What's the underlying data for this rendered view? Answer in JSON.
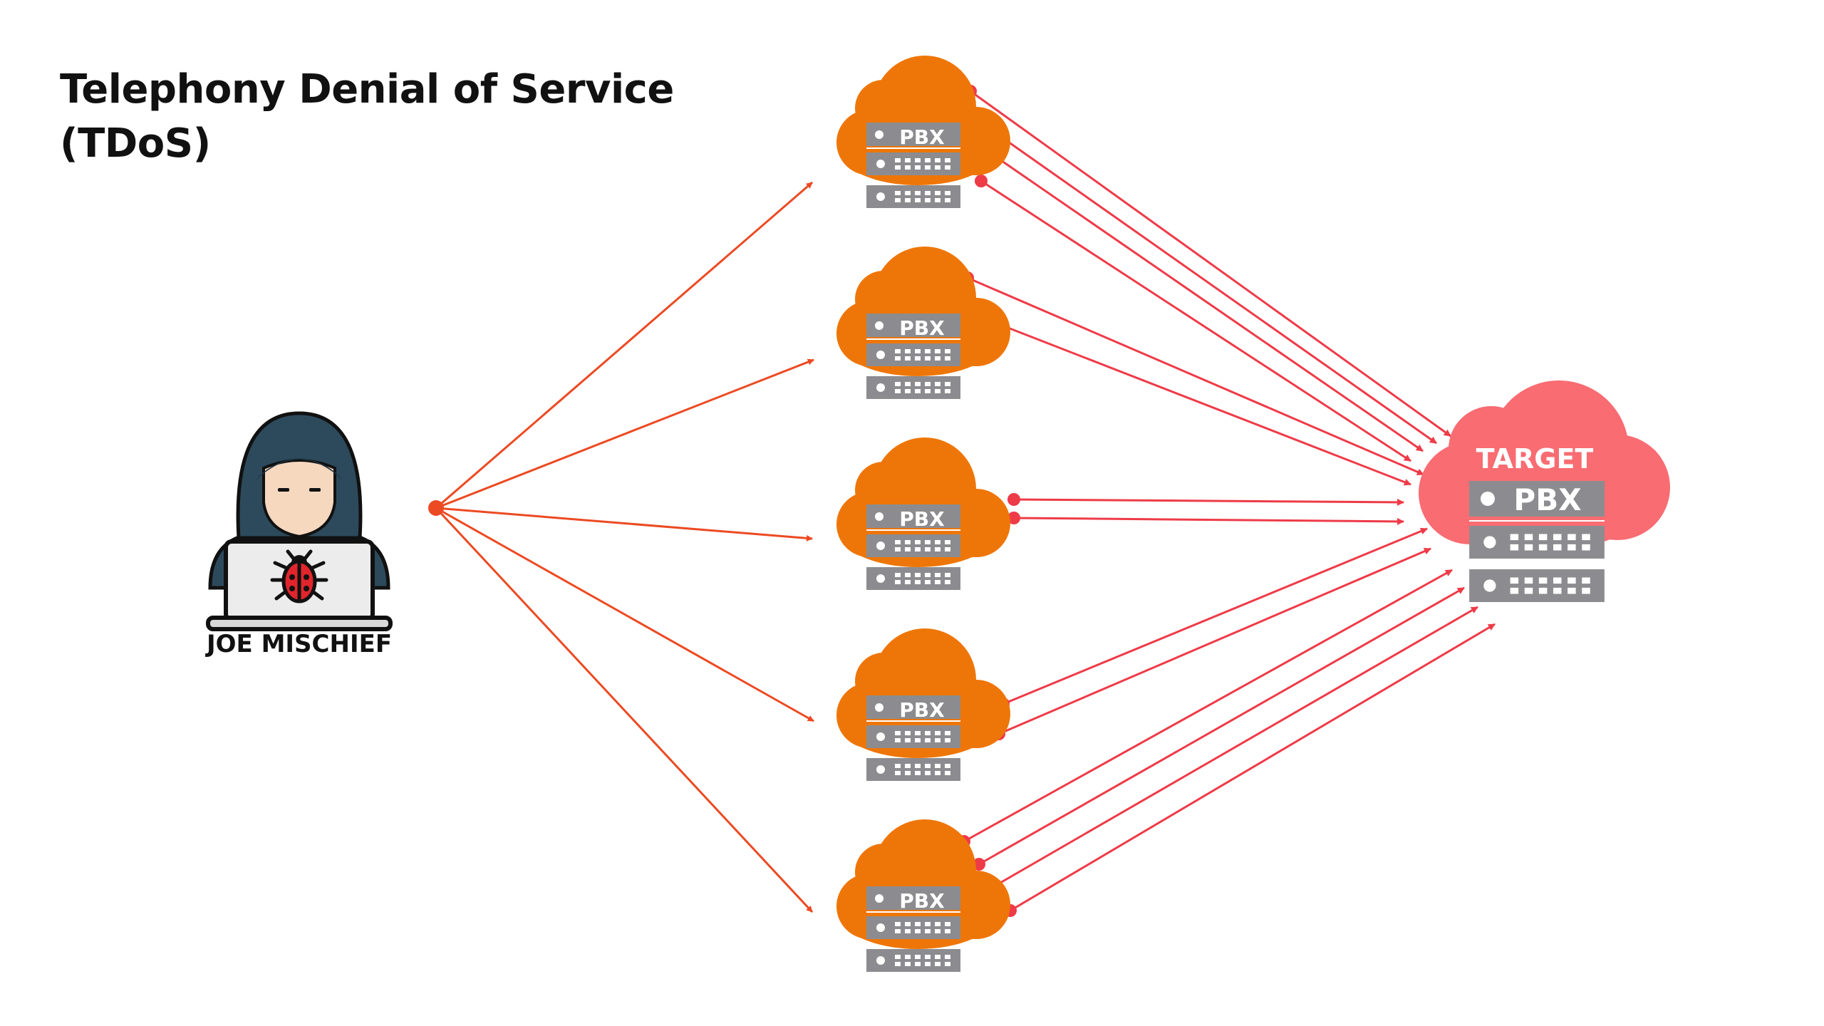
{
  "title": {
    "line1": "Telephony Denial of Service",
    "line2": "(TDoS)"
  },
  "attacker": {
    "label": "JOE MISCHIEF",
    "icon": "hacker-with-laptop-icon",
    "laptop_icon": "bug-icon"
  },
  "relay_servers": [
    {
      "label": "PBX",
      "call_count": 4
    },
    {
      "label": "PBX",
      "call_count": 2
    },
    {
      "label": "PBX",
      "call_count": 2
    },
    {
      "label": "PBX",
      "call_count": 2
    },
    {
      "label": "PBX",
      "call_count": 4
    }
  ],
  "target": {
    "heading": "TARGET",
    "label": "PBX"
  },
  "colors": {
    "relay_cloud": "#ee7608",
    "target_cloud": "#f86c72",
    "server_gray": "#8c8c90",
    "attacker_arrow": "#ec4a22",
    "call_arrow": "#ee3b48",
    "hood": "#2d4a5c",
    "bug": "#e1252c"
  }
}
